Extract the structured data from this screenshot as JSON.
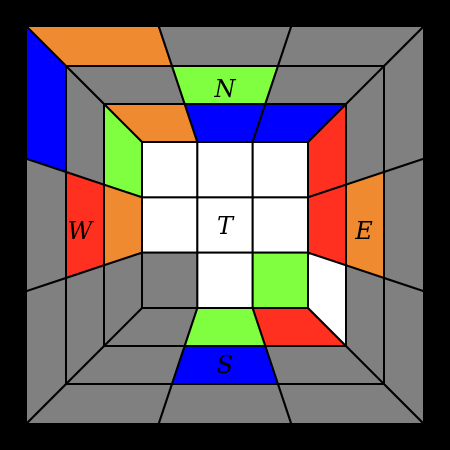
{
  "labels": {
    "north": "N",
    "south": "S",
    "east": "E",
    "west": "W",
    "top": "T"
  },
  "colors": {
    "background": "#000000",
    "unknown": "#808080",
    "white": "#ffffff",
    "green": "#80ff40",
    "blue": "#0000ff",
    "red": "#ff3020",
    "orange": "#f08a30"
  },
  "top_face": [
    [
      "white",
      "white",
      "white"
    ],
    [
      "white",
      "white",
      "white"
    ],
    [
      "unknown",
      "white",
      "green"
    ]
  ],
  "north_side": {
    "inner_row": [
      "orange",
      "blue",
      "blue"
    ],
    "middle_row": [
      "unknown",
      "green",
      "unknown"
    ],
    "outer_row": [
      "orange",
      "unknown",
      "unknown"
    ]
  },
  "south_side": {
    "inner_row": [
      "unknown",
      "green",
      "red"
    ],
    "middle_row": [
      "unknown",
      "blue",
      "unknown"
    ],
    "outer_row": [
      "unknown",
      "unknown",
      "unknown"
    ]
  },
  "west_side": {
    "inner_col": [
      "green",
      "orange",
      "unknown"
    ],
    "middle_col": [
      "unknown",
      "red",
      "unknown"
    ],
    "outer_col": [
      "blue",
      "unknown",
      "unknown"
    ]
  },
  "east_side": {
    "inner_col": [
      "red",
      "red",
      "white"
    ],
    "middle_col": [
      "unknown",
      "orange",
      "unknown"
    ],
    "outer_col": [
      "unknown",
      "unknown",
      "unknown"
    ]
  }
}
